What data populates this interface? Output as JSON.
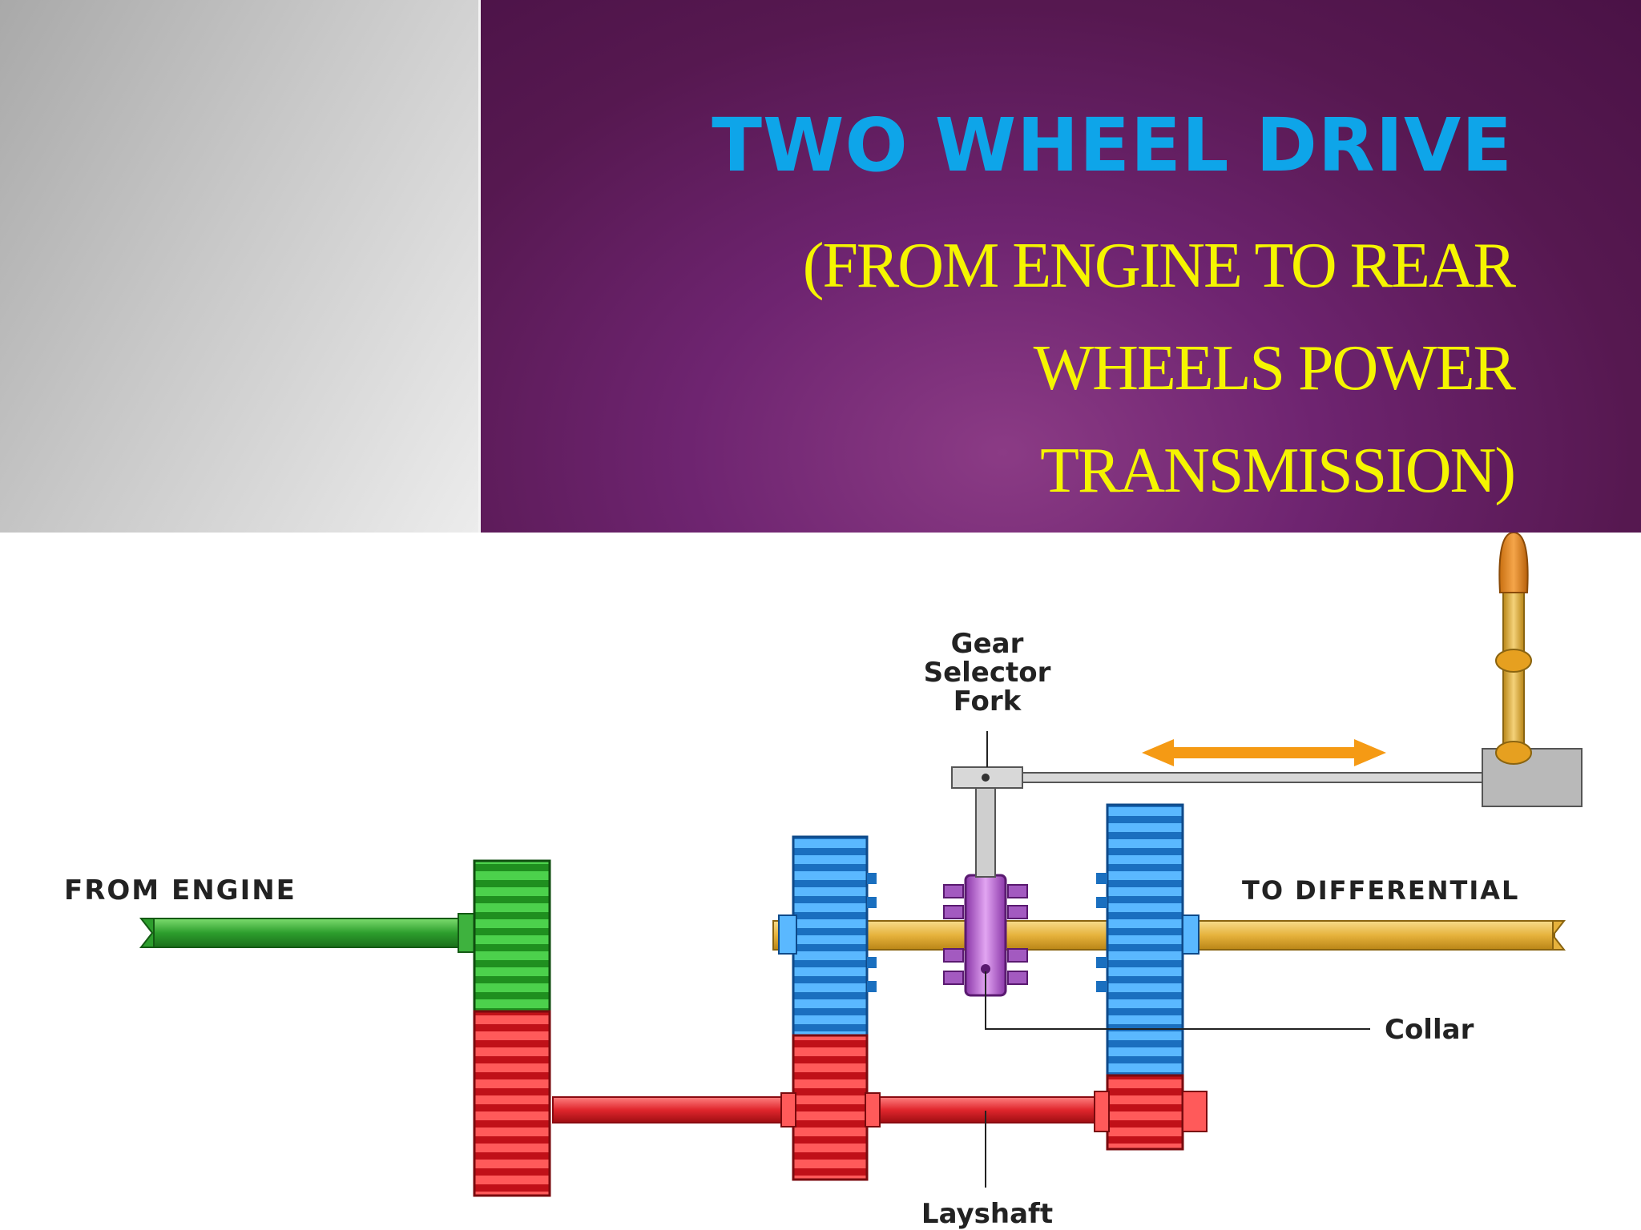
{
  "title": {
    "main": "TWO WHEEL DRIVE",
    "subtitle": "(FROM ENGINE TO REAR WHEELS POWER TRANSMISSION)"
  },
  "diagram": {
    "labels": {
      "from_engine": "FROM ENGINE",
      "to_differential": "TO DIFFERENTIAL",
      "gear_selector_line1": "Gear",
      "gear_selector_line2": "Selector",
      "gear_selector_line3": "Fork",
      "collar": "Collar",
      "layshaft": "Layshaft"
    }
  },
  "colors": {
    "title_blue": "#0ea5e9",
    "subtitle_yellow": "#f5f500",
    "input_gear_green": "#2eaa2e",
    "main_gears_blue": "#2b8fe0",
    "layshaft_red": "#e0262d",
    "collar_purple": "#b35cc8",
    "output_shaft_gold": "#e8b740",
    "arrow_orange": "#f59a14"
  }
}
